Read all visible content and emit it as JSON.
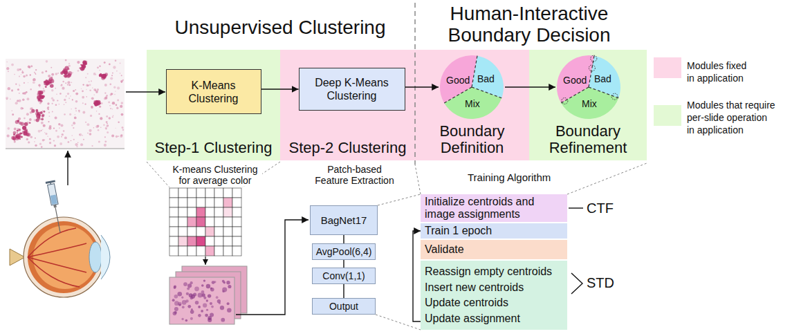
{
  "diagram": {
    "nodes": [
      {
        "text": [
          "Step-1 Clustering"
        ]
      },
      {
        "text": [
          "K-Means Clustering"
        ],
        "in": 0
      },
      {
        "text": [
          "Step-2 Clustering"
        ]
      },
      {
        "text": [
          "Deep K-Means Clustering"
        ],
        "in": 2
      },
      {
        "text": [
          "Boundary Definition"
        ]
      },
      {
        "text": [
          "Good",
          "Bad",
          "Mix"
        ],
        "in": 4
      },
      {
        "text": [
          "Boundary Refinement"
        ]
      },
      {
        "text": [
          "Good",
          "Bad",
          "Mix"
        ],
        "in": 6
      },
      {
        "text": [
          "BagNet17"
        ]
      },
      {
        "text": [
          "AvgPool(6,4)"
        ]
      },
      {
        "text": [
          "Conv(1,1)"
        ]
      },
      {
        "text": [
          "Output"
        ]
      },
      {
        "text": [
          "Initialize centroids and image assignments"
        ]
      },
      {
        "text": [
          "Train 1 epoch"
        ]
      },
      {
        "text": [
          "Validate"
        ]
      },
      {
        "text": [
          "Reassign empty centroids",
          "Insert new centroids",
          "Update centroids",
          "Update assignment"
        ]
      }
    ],
    "edges": [
      {
        "from": 1,
        "to": 3,
        "arrow": "to"
      },
      {
        "from": 3,
        "to": 5,
        "arrow": "to"
      },
      {
        "from": 5,
        "to": 7,
        "arrow": "to"
      },
      {
        "from": 8,
        "to": 9,
        "arrow": "none"
      },
      {
        "from": 9,
        "to": 10,
        "arrow": "none"
      },
      {
        "from": 10,
        "to": 11,
        "arrow": "none"
      },
      {
        "from": 15,
        "to": 13,
        "arrow": "to"
      }
    ],
    "labels": [
      "Unsupervised Clustering",
      "Human-Interactive Boundary Decision",
      "K-means Clustering for average color",
      "Patch-based Feature Extraction",
      "Training Algorithm",
      "CTF",
      "STD"
    ],
    "legend": [
      {
        "text": "Modules fixed in application",
        "color": "#fdd7e7"
      },
      {
        "text": "Modules that require per-slide operation in application",
        "color": "#e3f9d4"
      }
    ]
  }
}
